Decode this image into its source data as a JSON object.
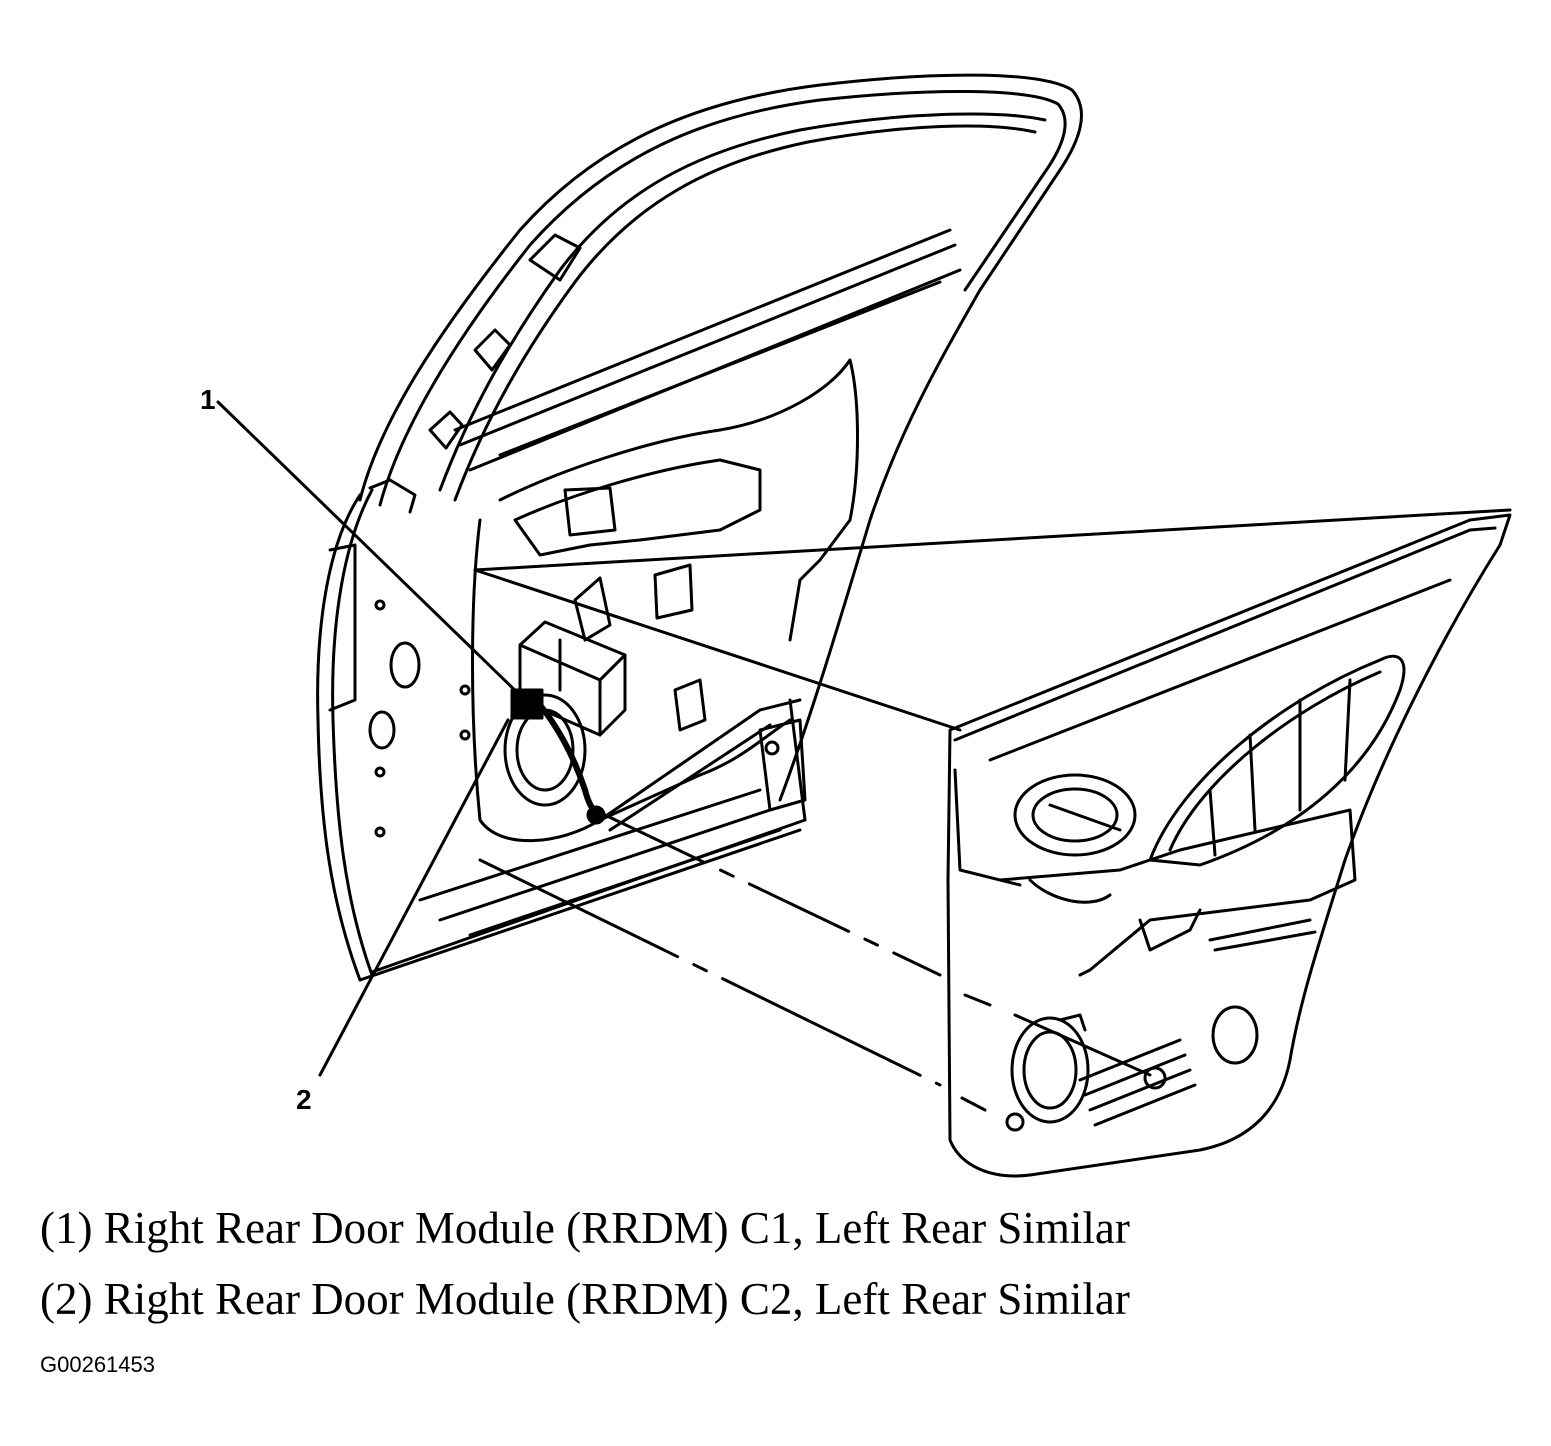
{
  "callouts": [
    {
      "number": "1"
    },
    {
      "number": "2"
    }
  ],
  "legend": [
    {
      "text": "(1) Right Rear Door Module (RRDM) C1, Left Rear Similar"
    },
    {
      "text": "(2) Right Rear Door Module (RRDM) C2, Left Rear Similar"
    }
  ],
  "figure_id": "G00261453",
  "colors": {
    "line": "#000000",
    "background": "#ffffff"
  }
}
